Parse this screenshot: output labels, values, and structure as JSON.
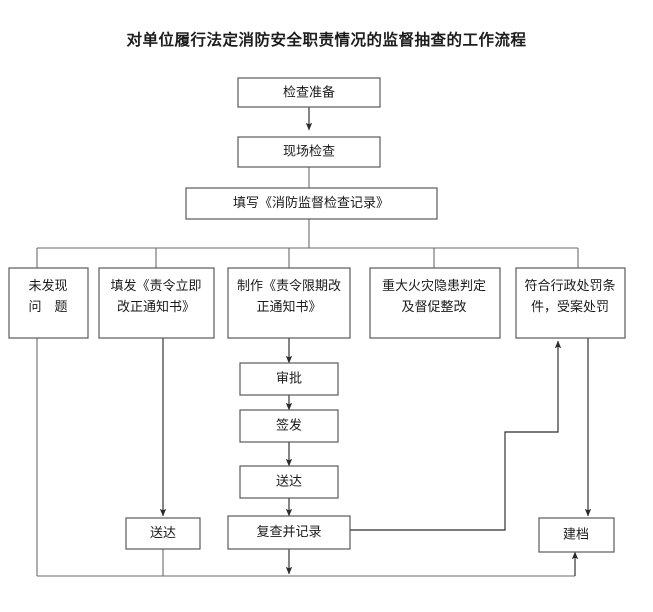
{
  "title": "对单位履行法定消防安全职责情况的监督抽查的工作流程",
  "nodes": {
    "prepare": {
      "label": "检查准备"
    },
    "onsite": {
      "label": "现场检查"
    },
    "record": {
      "label": "填写《消防监督检查记录》"
    },
    "branch1": {
      "line1": "未发现",
      "line2": "问　题"
    },
    "branch2": {
      "line1": "填发《责令立即",
      "line2": "改正通知书》"
    },
    "branch3": {
      "line1": "制作《责令限期改",
      "line2": "正通知书》"
    },
    "branch4": {
      "line1": "重大火灾隐患判定",
      "line2": "及督促整改"
    },
    "branch5": {
      "line1": "符合行政处罚条",
      "line2": "件，受案处罚"
    },
    "approve": {
      "label": "审批"
    },
    "issue": {
      "label": "签发"
    },
    "deliver_mid": {
      "label": "送达"
    },
    "deliver_left": {
      "label": "送达"
    },
    "recheck": {
      "label": "复查并记录"
    },
    "archive": {
      "label": "建档"
    }
  },
  "colors": {
    "box_border": "#5a5a5a",
    "connector": "#2b2b2b",
    "text": "#1a1a1a",
    "background": "#ffffff"
  },
  "flow_structure": {
    "type": "flowchart",
    "orientation": "top-down",
    "edges": [
      {
        "from": "prepare",
        "to": "onsite",
        "arrow": true
      },
      {
        "from": "onsite",
        "to": "record",
        "arrow": false
      },
      {
        "from": "record",
        "to": "branch1",
        "arrow": false
      },
      {
        "from": "record",
        "to": "branch2",
        "arrow": false
      },
      {
        "from": "record",
        "to": "branch3",
        "arrow": false
      },
      {
        "from": "record",
        "to": "branch4",
        "arrow": false
      },
      {
        "from": "record",
        "to": "branch5",
        "arrow": false
      },
      {
        "from": "branch2",
        "to": "deliver_left",
        "arrow": true
      },
      {
        "from": "branch3",
        "to": "approve",
        "arrow": true
      },
      {
        "from": "approve",
        "to": "issue",
        "arrow": true
      },
      {
        "from": "issue",
        "to": "deliver_mid",
        "arrow": true
      },
      {
        "from": "deliver_mid",
        "to": "recheck",
        "arrow": true
      },
      {
        "from": "recheck",
        "to": "branch5",
        "arrow": true
      },
      {
        "from": "branch5",
        "to": "archive",
        "arrow": true
      },
      {
        "from": "branch1",
        "to": "archive",
        "arrow": true
      },
      {
        "from": "deliver_left",
        "to": "archive",
        "arrow": true
      },
      {
        "from": "recheck",
        "to": "archive",
        "arrow": true
      }
    ]
  }
}
